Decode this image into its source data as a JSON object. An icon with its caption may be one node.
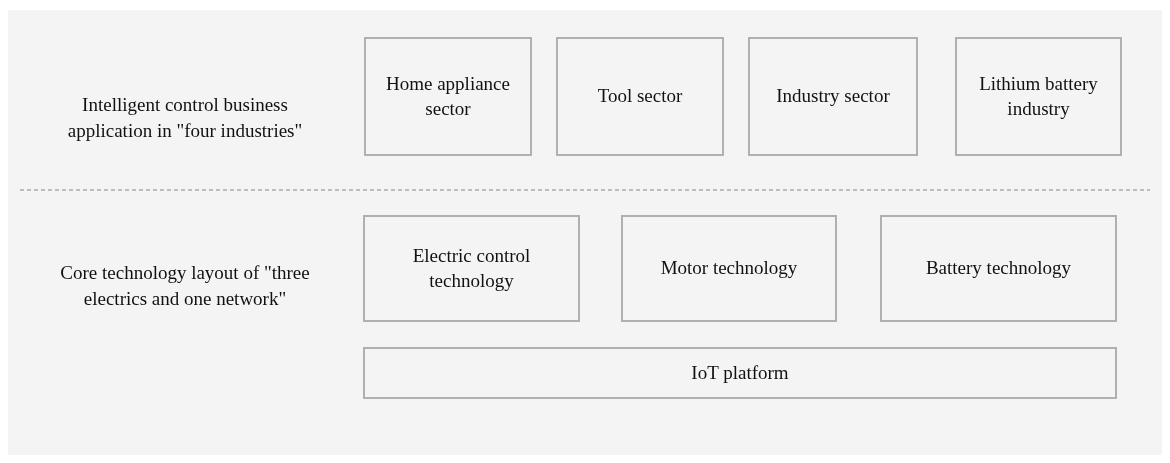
{
  "diagram": {
    "nodes": [
      {
        "text": [
          "Home appliance sector"
        ]
      },
      {
        "text": [
          "Tool sector"
        ]
      },
      {
        "text": [
          "Industry sector"
        ]
      },
      {
        "text": [
          "Lithium battery industry"
        ]
      },
      {
        "text": [
          "Electric control technology"
        ]
      },
      {
        "text": [
          "Motor technology"
        ]
      },
      {
        "text": [
          "Battery technology"
        ]
      },
      {
        "text": [
          "IoT platform"
        ]
      }
    ],
    "edges": [],
    "labels": [
      "Intelligent control business application in \"four industries\"",
      "Core technology layout of \"three electrics and one network\""
    ]
  }
}
